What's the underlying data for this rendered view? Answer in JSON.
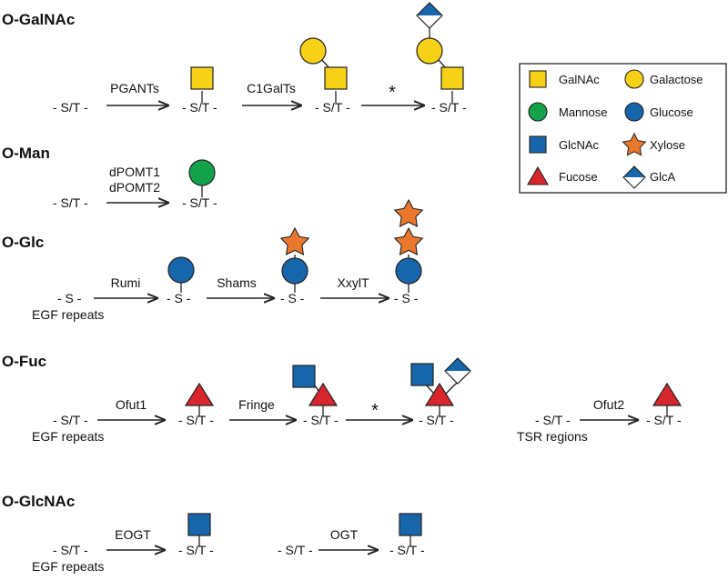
{
  "sections": {
    "ogalnac": "O-GalNAc",
    "oman": "O-Man",
    "oglc": "O-Glc",
    "ofuc": "O-Fuc",
    "oglcnac": "O-GlcNAc"
  },
  "sites": {
    "st": "- S/T -",
    "s": "- S -",
    "egf": "EGF repeats",
    "tsr": "TSR regions"
  },
  "enzymes": {
    "pgants": "PGANTs",
    "c1galts": "C1GalTs",
    "star": "*",
    "dpomt1": "dPOMT1",
    "dpomt2": "dPOMT2",
    "rumi": "Rumi",
    "shams": "Shams",
    "xxylt": "XxylT",
    "ofut1": "Ofut1",
    "fringe": "Fringe",
    "ofut2": "Ofut2",
    "eogt": "EOGT",
    "ogt": "OGT"
  },
  "legend": {
    "galnac": "GalNAc",
    "galactose": "Galactose",
    "mannose": "Mannose",
    "glucose": "Glucose",
    "glcnac": "GlcNAc",
    "xylose": "Xylose",
    "fucose": "Fucose",
    "glca": "GlcA"
  },
  "colors": {
    "galnac": "#f7d117",
    "galactose": "#f7d117",
    "mannose": "#12a24a",
    "glucose": "#1766ab",
    "glcnac": "#1766ab",
    "xylose": "#e9782c",
    "fucose": "#d8262c",
    "glca": "#1766ab"
  }
}
